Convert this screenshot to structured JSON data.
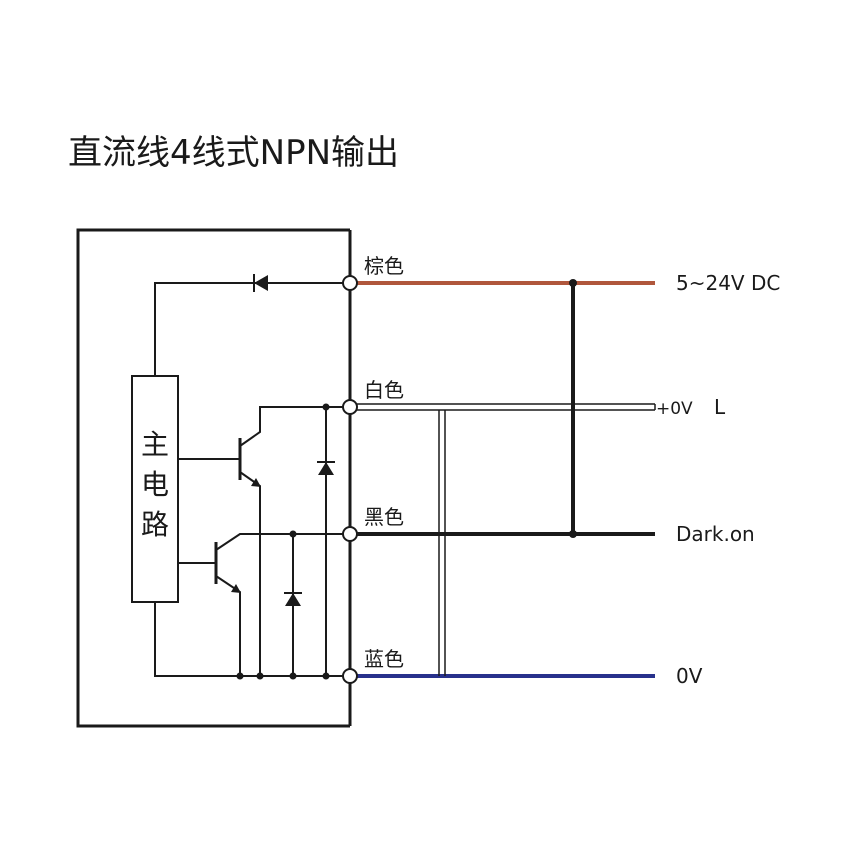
{
  "title": "直流线4线式NPN输出",
  "main_circuit": {
    "label_line1": "主",
    "label_line2": "电",
    "label_line3": "路"
  },
  "wires": {
    "brown": {
      "label": "棕色",
      "output": "5~24V DC",
      "color": "#b0573c"
    },
    "white": {
      "label": "白色",
      "output_value": "+0V",
      "output_tag": "L",
      "color": "#1a1a1a"
    },
    "black": {
      "label": "黑色",
      "output": "Dark.on",
      "color": "#1a1a1a"
    },
    "blue": {
      "label": "蓝色",
      "output": "0V",
      "color": "#28318c"
    }
  }
}
